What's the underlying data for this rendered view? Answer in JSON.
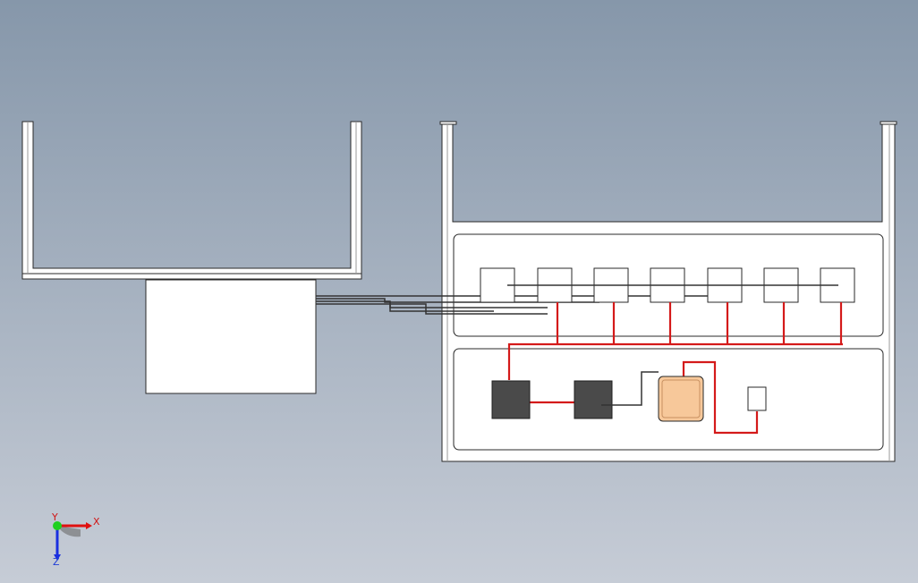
{
  "viewport": {
    "background_top": "#8697aa",
    "background_bottom": "#c6ccd6",
    "model_fill": "#ffffff",
    "model_edge": "#2a2a2a",
    "wire_red": "#d41a1a",
    "wire_black": "#333333",
    "dark_component": "#4a4a4a",
    "highlight_component": "#f7c89a"
  },
  "triad": {
    "x_label": "X",
    "y_label": "Y",
    "z_label": "Z",
    "x_color": "#e01010",
    "y_color": "#1fd01f",
    "z_color": "#1a2fe0"
  }
}
